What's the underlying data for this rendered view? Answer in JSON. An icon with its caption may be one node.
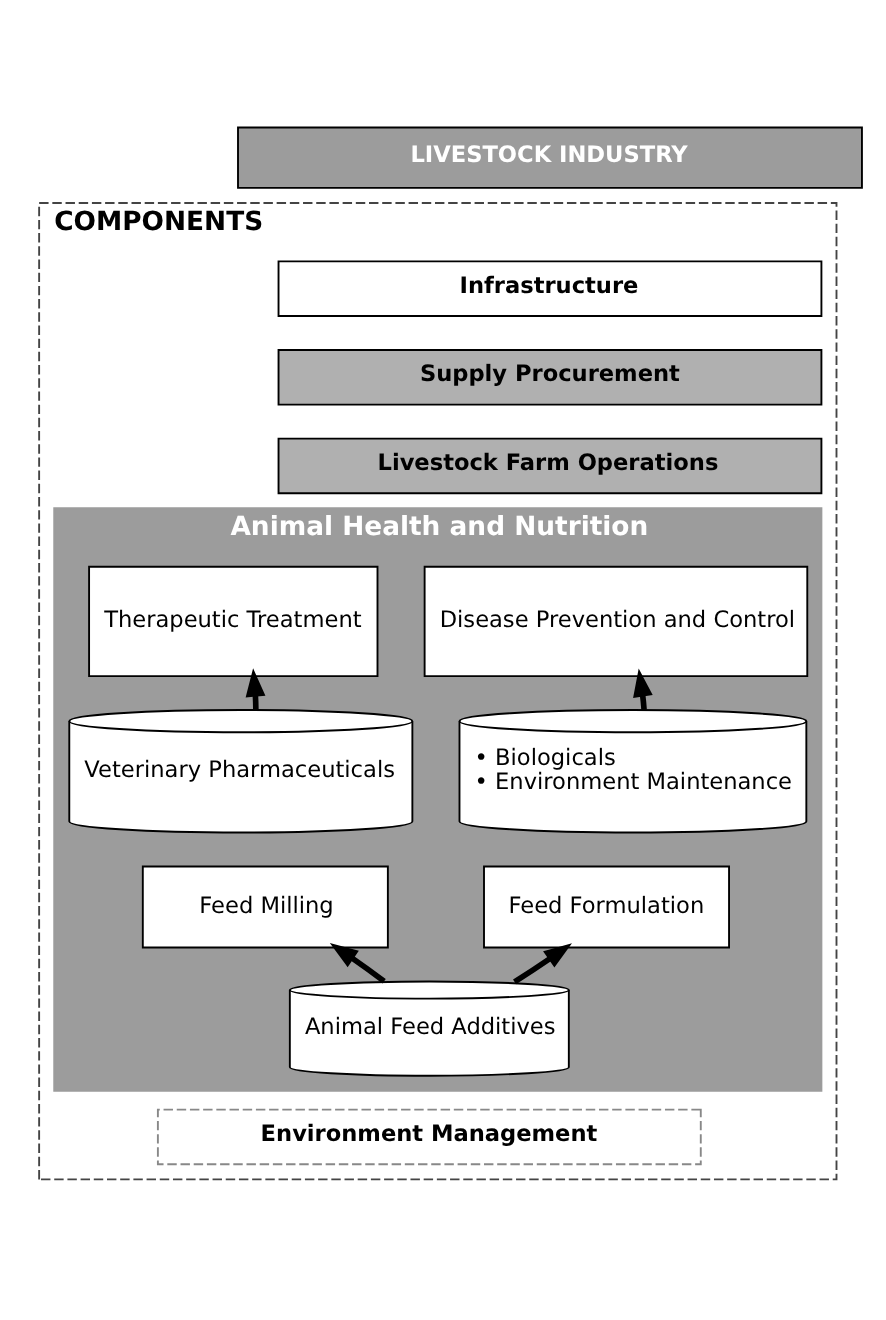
{
  "diagram": {
    "nodes": [
      {
        "text": [
          "LIVESTOCK INDUSTRY"
        ]
      },
      {
        "text": [
          "COMPONENTS"
        ]
      },
      {
        "text": [
          "Infrastructure"
        ],
        "in": 1
      },
      {
        "text": [
          "Supply Procurement"
        ],
        "in": 1
      },
      {
        "text": [
          "Livestock Farm Operations"
        ],
        "in": 1
      },
      {
        "text": [
          "Animal Health and Nutrition"
        ],
        "in": 1
      },
      {
        "text": [
          "Disease Prevention and Control"
        ],
        "in": 5
      },
      {
        "text": [
          "Therapeutic Treatment"
        ],
        "in": 5
      },
      {
        "text": [
          "• Biologicals",
          "• Environment Maintenance"
        ],
        "in": 5
      },
      {
        "text": [
          "Veterinary Pharmaceuticals"
        ],
        "in": 5
      },
      {
        "text": [
          "Feed Formulation"
        ],
        "in": 5
      },
      {
        "text": [
          "Feed Milling"
        ],
        "in": 5
      },
      {
        "text": [
          "Animal Feed Additives"
        ],
        "in": 5
      },
      {
        "text": [
          "Environment Management"
        ],
        "in": 1
      }
    ],
    "edges": [
      {
        "from": 8,
        "to": 6,
        "arrow": "to"
      },
      {
        "from": 9,
        "to": 7,
        "arrow": "to"
      },
      {
        "from": 12,
        "to": 10,
        "arrow": "to"
      },
      {
        "from": 12,
        "to": 11,
        "arrow": "to"
      }
    ]
  }
}
